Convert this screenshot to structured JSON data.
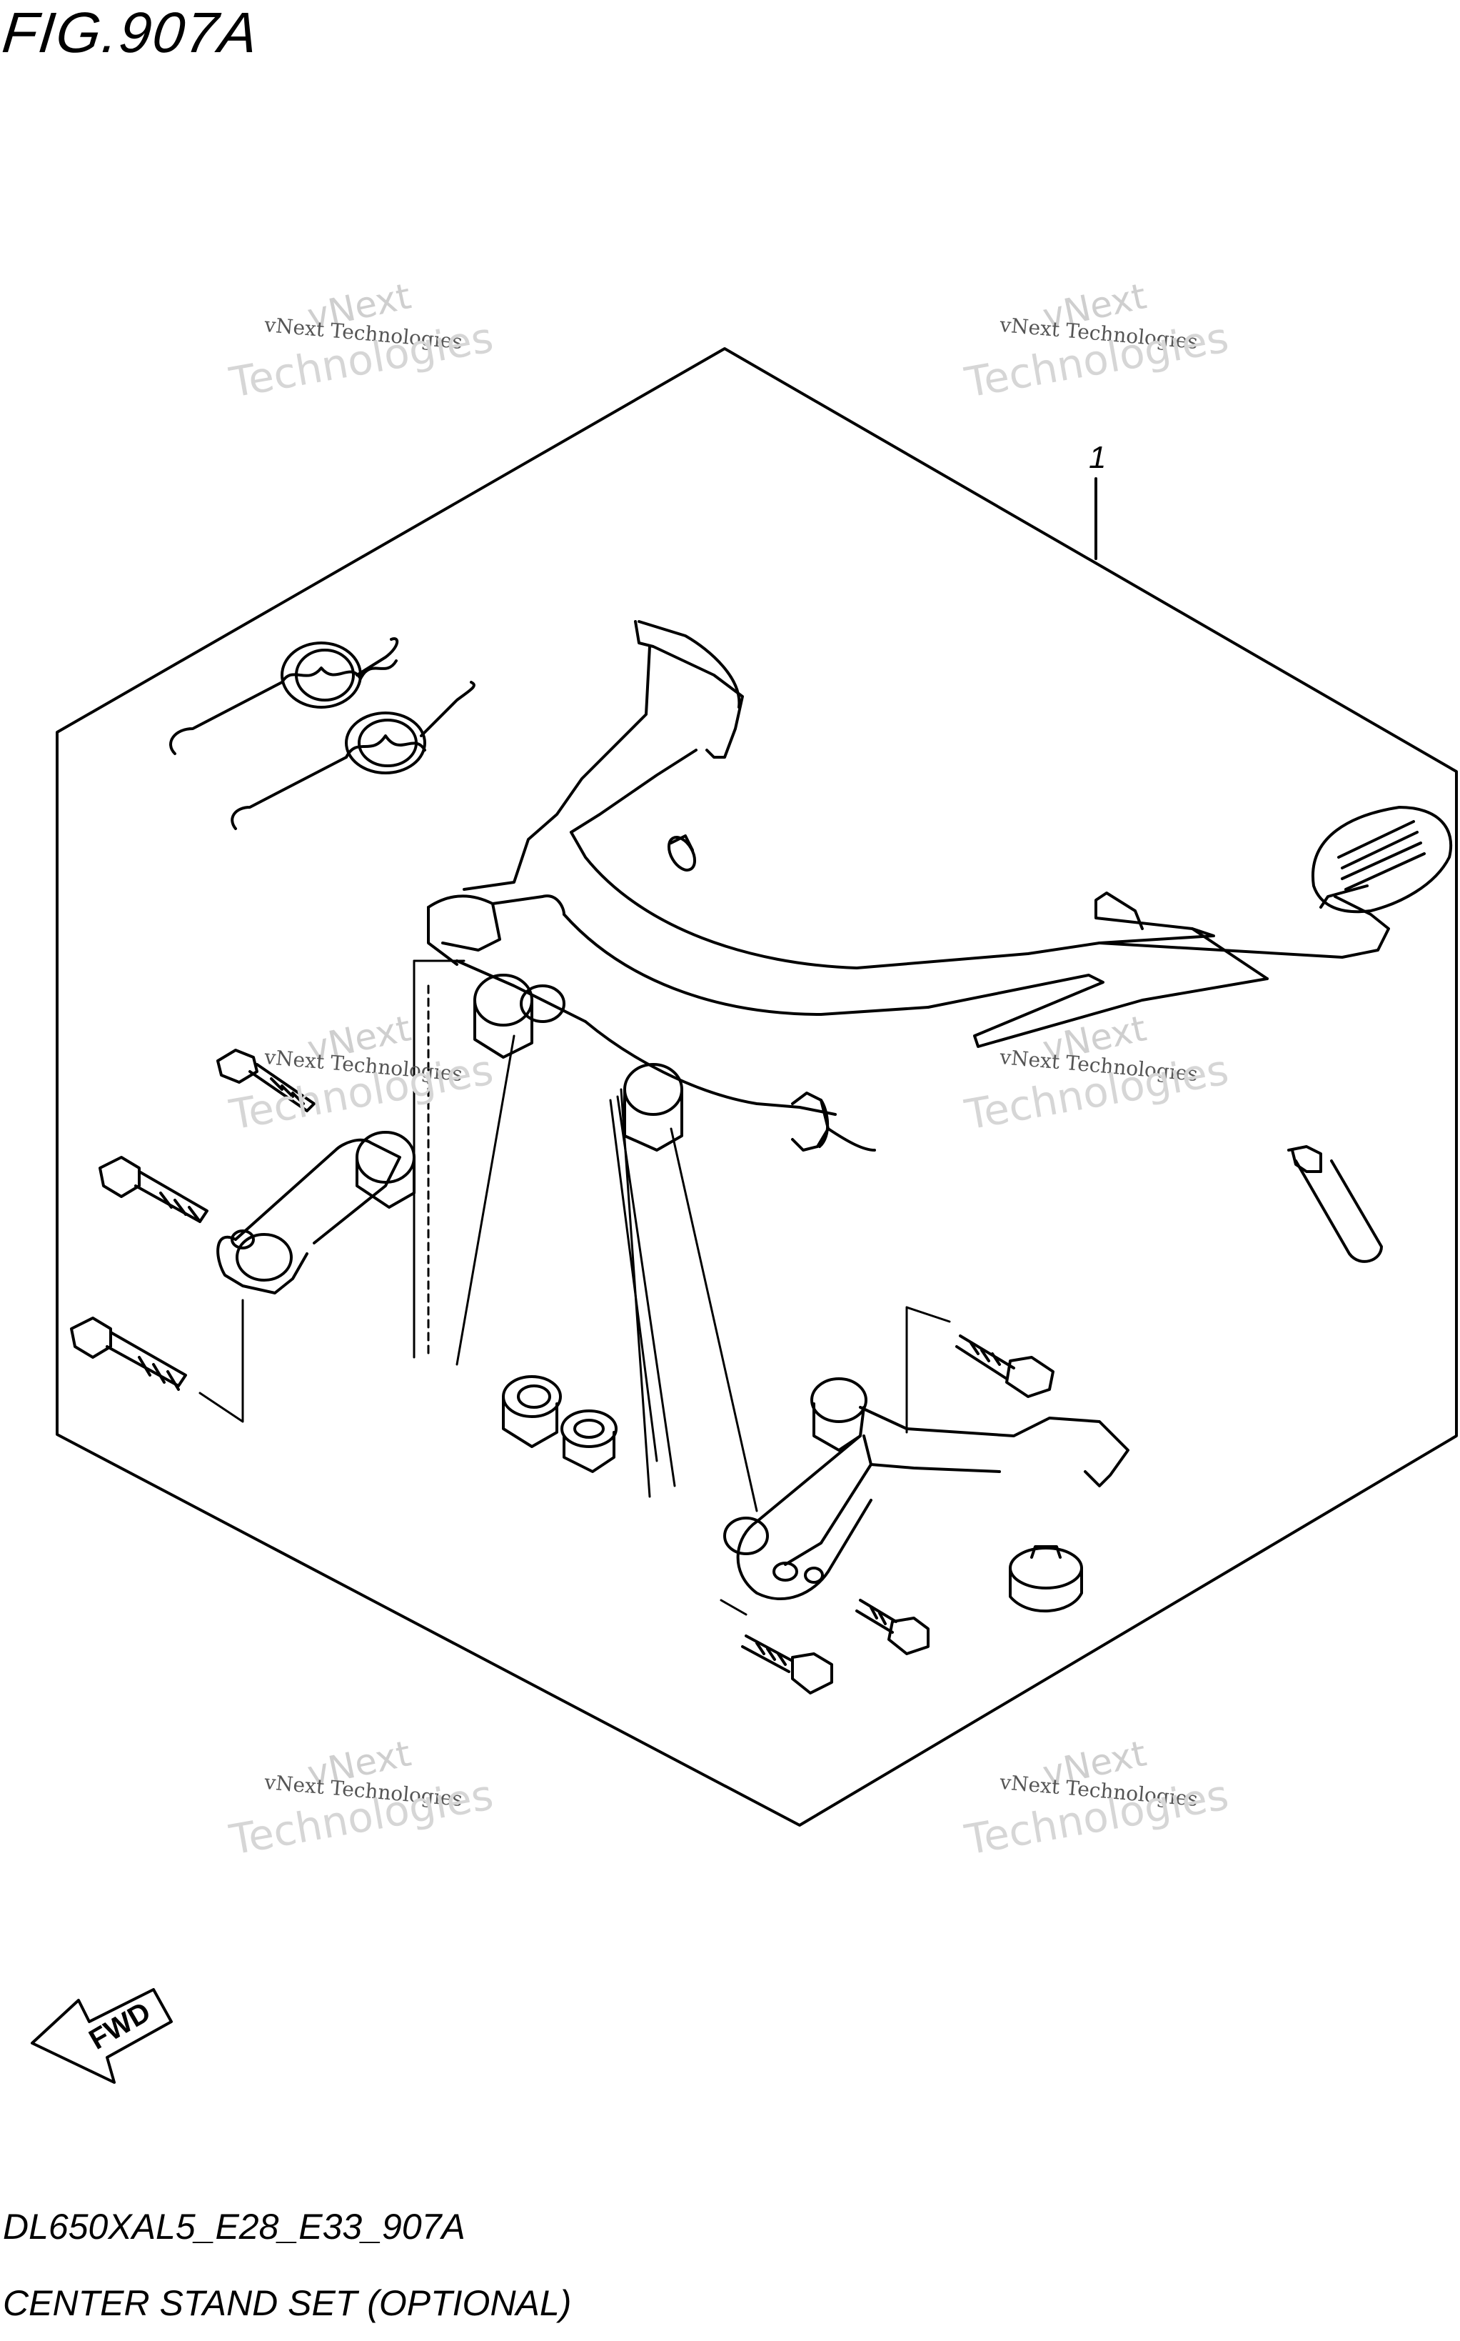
{
  "figure": {
    "title": "FIG.907A",
    "model_code": "DL650XAL5_E28_E33_907A",
    "description": "CENTER STAND SET (OPTIONAL)"
  },
  "callouts": [
    {
      "label": "1"
    }
  ],
  "direction_arrow": {
    "label": "FWD"
  },
  "watermarks": [
    {
      "top": "vNext",
      "middle": "vNext Technologies",
      "bottom": "Technologies"
    },
    {
      "top": "vNext",
      "middle": "vNext Technologies",
      "bottom": "Technologies"
    },
    {
      "top": "vNext",
      "middle": "vNext Technologies",
      "bottom": "Technologies"
    },
    {
      "top": "vNext",
      "middle": "vNext Technologies",
      "bottom": "Technologies"
    },
    {
      "top": "vNext",
      "middle": "vNext Technologies",
      "bottom": "Technologies"
    },
    {
      "top": "vNext",
      "middle": "vNext Technologies",
      "bottom": "Technologies"
    }
  ]
}
